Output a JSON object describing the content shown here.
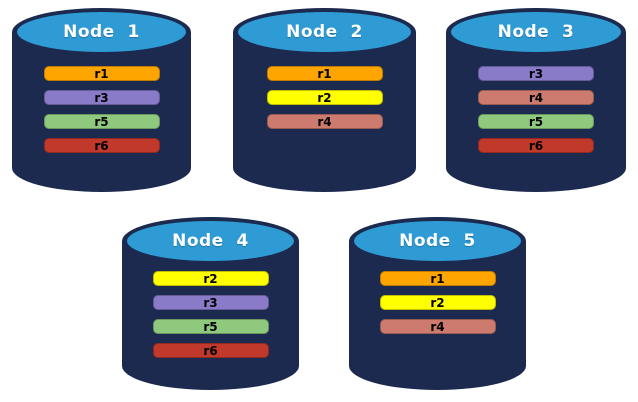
{
  "colors": {
    "cylinder_body": "#1B2A4E",
    "cylinder_top": "#2E9BD5",
    "node_label_text": "#FFFFFF",
    "bar_text": "#000000",
    "replicas": {
      "r1": "#FFA500",
      "r2": "#FFFF00",
      "r3": "#8A7BC8",
      "r4": "#CD7B6E",
      "r5": "#8FC97E",
      "r6": "#C0392B"
    }
  },
  "nodes": [
    {
      "label": "Node  1",
      "bars": [
        {
          "label": "r1",
          "color": "#FFA500"
        },
        {
          "label": "r3",
          "color": "#8A7BC8"
        },
        {
          "label": "r5",
          "color": "#8FC97E"
        },
        {
          "label": "r6",
          "color": "#C0392B"
        }
      ]
    },
    {
      "label": "Node  2",
      "bars": [
        {
          "label": "r1",
          "color": "#FFA500"
        },
        {
          "label": "r2",
          "color": "#FFFF00"
        },
        {
          "label": "r4",
          "color": "#CD7B6E"
        }
      ]
    },
    {
      "label": "Node  3",
      "bars": [
        {
          "label": "r3",
          "color": "#8A7BC8"
        },
        {
          "label": "r4",
          "color": "#CD7B6E"
        },
        {
          "label": "r5",
          "color": "#8FC97E"
        },
        {
          "label": "r6",
          "color": "#C0392B"
        }
      ]
    },
    {
      "label": "Node  4",
      "bars": [
        {
          "label": "r2",
          "color": "#FFFF00"
        },
        {
          "label": "r3",
          "color": "#8A7BC8"
        },
        {
          "label": "r5",
          "color": "#8FC97E"
        },
        {
          "label": "r6",
          "color": "#C0392B"
        }
      ]
    },
    {
      "label": "Node  5",
      "bars": [
        {
          "label": "r1",
          "color": "#FFA500"
        },
        {
          "label": "r2",
          "color": "#FFFF00"
        },
        {
          "label": "r4",
          "color": "#CD7B6E"
        }
      ]
    }
  ]
}
